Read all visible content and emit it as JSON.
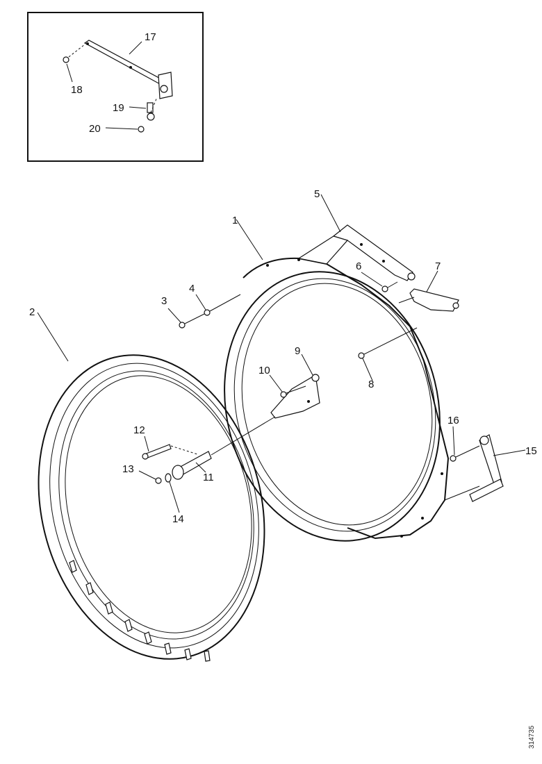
{
  "figure": {
    "reference_code": "314735",
    "inset_callouts": [
      "17",
      "18",
      "19",
      "20"
    ],
    "callouts": [
      "1",
      "2",
      "3",
      "4",
      "5",
      "6",
      "7",
      "8",
      "9",
      "10",
      "11",
      "12",
      "13",
      "14",
      "15",
      "16"
    ]
  }
}
